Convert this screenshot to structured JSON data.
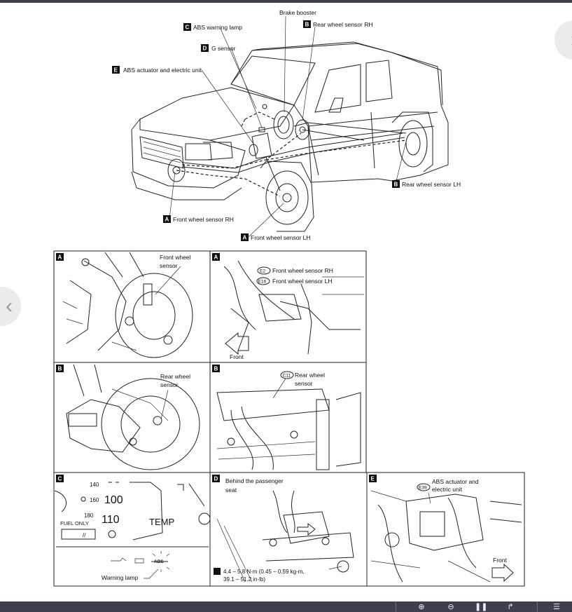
{
  "overview": {
    "brake_booster": "Brake booster",
    "abs_warning_lamp": {
      "tag": "C",
      "label": "ABS warning lamp"
    },
    "rear_wheel_sensor_rh": {
      "tag": "B",
      "label": "Rear wheel sensor RH"
    },
    "g_sensor": {
      "tag": "D",
      "label": "G sensor"
    },
    "abs_actuator": {
      "tag": "E",
      "label": "ABS actuator and electric unit"
    },
    "rear_wheel_sensor_lh": {
      "tag": "B",
      "label": "Rear wheel sensor LH"
    },
    "front_wheel_sensor_rh": {
      "tag": "A",
      "label": "Front wheel sensor RH"
    },
    "front_wheel_sensor_lh": {
      "tag": "A",
      "label": "Front wheel sensor LH"
    }
  },
  "panels": {
    "a1": {
      "tag": "A",
      "label_l1": "Front wheel",
      "label_l2": "sensor"
    },
    "a2": {
      "tag": "A",
      "conn1": "E2",
      "label1": "Front wheel sensor RH",
      "conn2": "E16",
      "label2": "Front wheel sensor LH",
      "front": "Front"
    },
    "b1": {
      "tag": "B",
      "label_l1": "Rear wheel",
      "label_l2": "sensor"
    },
    "b2": {
      "tag": "B",
      "conn": "C11",
      "label_l1": "Rear wheel",
      "label_l2": "sensor"
    },
    "c": {
      "tag": "C",
      "g140": "140",
      "g160": "160",
      "g100": "100",
      "g180": "180",
      "g110": "110",
      "fuel_only": "FUEL ONLY",
      "temp": "TEMP",
      "odo": "//",
      "abs": "ABS",
      "warning_lamp": "Warning lamp"
    },
    "d": {
      "tag": "D",
      "label_l1": "Behind the passenger",
      "label_l2": "seat",
      "torque_l1": "4.4 – 5.8 N·m (0.45 – 0.59 kg-m,",
      "torque_l2": "39.1 – 51.2 in-lb)"
    },
    "e": {
      "tag": "E",
      "conn": "E39",
      "label_l1": "ABS actuator and",
      "label_l2": "electric unit",
      "front": "Front"
    }
  },
  "colors": {
    "bar": "#3b404b",
    "nav_button": "#ebebeb",
    "line": "#222222"
  },
  "icons": [
    "chevron-left-icon",
    "chevron-right-icon",
    "zoom-in-icon",
    "zoom-out-icon",
    "pause-icon",
    "share-icon",
    "menu-icon"
  ]
}
